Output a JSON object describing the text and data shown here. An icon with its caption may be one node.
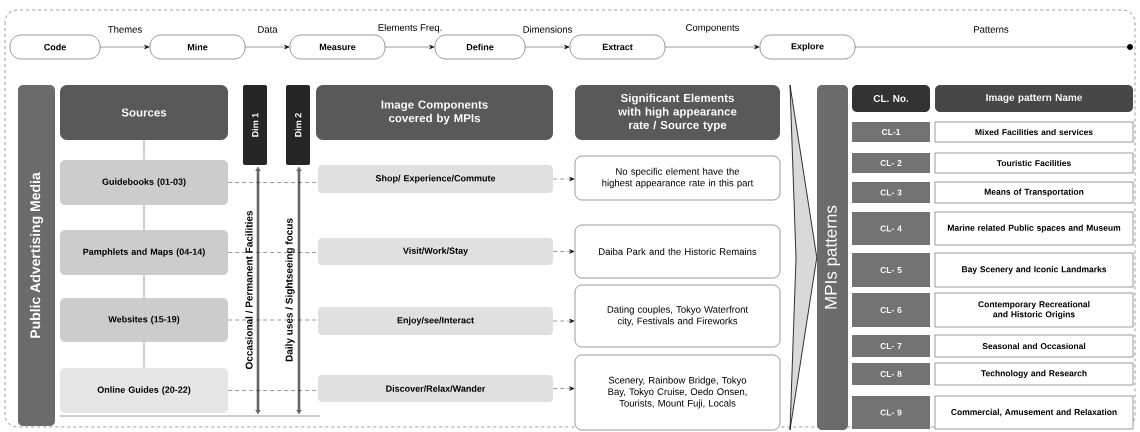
{
  "diagram": {
    "nodes": [
      {
        "text": [
          "Code"
        ]
      },
      {
        "text": [
          "Mine"
        ]
      },
      {
        "text": [
          "Measure"
        ]
      },
      {
        "text": [
          "Define"
        ]
      },
      {
        "text": [
          "Extract"
        ]
      },
      {
        "text": [
          "Explore"
        ]
      },
      {
        "text": [],
        "shape": "circle"
      },
      {
        "text": [
          "Public Advertising Media"
        ]
      },
      {
        "text": [
          "Sources"
        ]
      },
      {
        "text": [
          "Guidebooks (01-03)"
        ]
      },
      {
        "text": [
          "Pamphlets and Maps (04-14)"
        ]
      },
      {
        "text": [
          "Websites (15-19)"
        ]
      },
      {
        "text": [
          "Online Guides (20-22)"
        ]
      },
      {
        "text": [
          "Dim 1"
        ]
      },
      {
        "text": [
          "Dim 2"
        ]
      },
      {
        "text": [
          "Image Components covered by MPIs"
        ]
      },
      {
        "text": [
          "Shop/ Experience/Commute"
        ]
      },
      {
        "text": [
          "Visit/Work/Stay"
        ]
      },
      {
        "text": [
          "Enjoy/see/Interact"
        ]
      },
      {
        "text": [
          "Discover/Relax/Wander"
        ]
      },
      {
        "text": [
          "Significant Elements with high appearance rate / Source type"
        ]
      },
      {
        "text": [
          "No specific element have the highest appearance rate in this part"
        ]
      },
      {
        "text": [
          "Daiba Park and the Historic Remains"
        ]
      },
      {
        "text": [
          "Dating couples, Tokyo Waterfront city, Festivals and Fireworks"
        ]
      },
      {
        "text": [
          "Scenery, Rainbow Bridge, Tokyo Bay, Tokyo Cruise, Oedo Onsen, Tourists, Mount Fuji, Locals"
        ]
      },
      {
        "text": [
          "MPIs  patterns"
        ]
      },
      {
        "text": [
          "CL. No."
        ]
      },
      {
        "text": [
          "Image pattern Name"
        ]
      },
      {
        "text": [
          "CL-1"
        ]
      },
      {
        "text": [
          "Mixed Facilities and services"
        ]
      },
      {
        "text": [
          "CL- 2"
        ]
      },
      {
        "text": [
          "Touristic Facilities"
        ]
      },
      {
        "text": [
          "CL- 3"
        ]
      },
      {
        "text": [
          "Means of Transportation"
        ]
      },
      {
        "text": [
          "CL- 4"
        ]
      },
      {
        "text": [
          "Marine related Public spaces and Museum"
        ]
      },
      {
        "text": [
          "CL- 5"
        ]
      },
      {
        "text": [
          "Bay Scenery and Iconic Landmarks"
        ]
      },
      {
        "text": [
          "CL- 6"
        ]
      },
      {
        "text": [
          "Contemporary Recreational and Historic Origins"
        ]
      },
      {
        "text": [
          "CL- 7"
        ]
      },
      {
        "text": [
          "Seasonal and Occasional"
        ]
      },
      {
        "text": [
          "CL- 8"
        ]
      },
      {
        "text": [
          "Technology and Research"
        ]
      },
      {
        "text": [
          "CL- 9"
        ]
      },
      {
        "text": [
          "Commercial, Amusement and Relaxation"
        ]
      }
    ],
    "edges": [
      {
        "from": 0,
        "to": 1,
        "arrow": "to",
        "label": "Themes"
      },
      {
        "from": 1,
        "to": 2,
        "arrow": "to",
        "label": "Data"
      },
      {
        "from": 2,
        "to": 3,
        "arrow": "to",
        "label": "Elements Freq."
      },
      {
        "from": 3,
        "to": 4,
        "arrow": "to",
        "label": "Dimensions"
      },
      {
        "from": 4,
        "to": 5,
        "arrow": "to",
        "label": "Components"
      },
      {
        "from": 5,
        "to": 6,
        "arrow": "none",
        "label": "Patterns"
      },
      {
        "from": 8,
        "to": 9,
        "arrow": "none"
      },
      {
        "from": 9,
        "to": 10,
        "arrow": "none"
      },
      {
        "from": 10,
        "to": 11,
        "arrow": "none"
      },
      {
        "from": 11,
        "to": 12,
        "arrow": "none"
      },
      {
        "from": 9,
        "to": 16,
        "arrow": "none",
        "style": "dashed"
      },
      {
        "from": 10,
        "to": 17,
        "arrow": "none",
        "style": "dashed"
      },
      {
        "from": 11,
        "to": 18,
        "arrow": "none",
        "style": "dashed"
      },
      {
        "from": 12,
        "to": 19,
        "arrow": "none",
        "style": "dashed"
      },
      {
        "from": 16,
        "to": 21,
        "arrow": "to",
        "style": "dashed"
      },
      {
        "from": 17,
        "to": 22,
        "arrow": "to",
        "style": "dashed"
      },
      {
        "from": 18,
        "to": 23,
        "arrow": "to",
        "style": "dashed"
      },
      {
        "from": 19,
        "to": 24,
        "arrow": "to",
        "style": "dashed"
      },
      {
        "from": null,
        "to": 25,
        "arrow": "to",
        "style": "thick"
      }
    ],
    "labels": [
      "Occasional / Permanent Facilities",
      "Daily uses / Sightseeing focus"
    ]
  }
}
